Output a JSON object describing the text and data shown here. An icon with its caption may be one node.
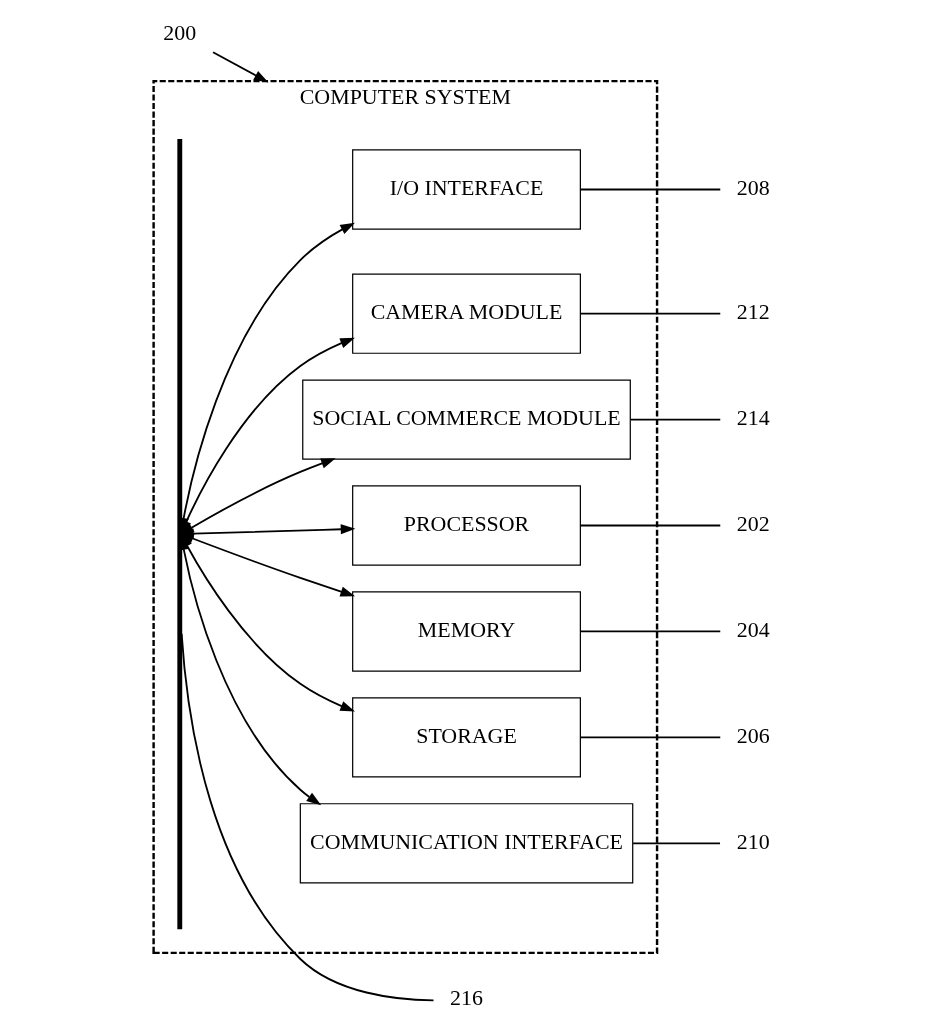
{
  "diagram": {
    "nodes": [
      {
        "text": [
          "COMPUTER SYSTEM"
        ]
      },
      {
        "text": [],
        "shape": "bar",
        "in": 0
      },
      {
        "text": [
          "PROCESSOR"
        ],
        "in": 0
      },
      {
        "text": [
          "MEMORY"
        ],
        "in": 0
      },
      {
        "text": [
          "STORAGE"
        ],
        "in": 0
      },
      {
        "text": [
          "I/O INTERFACE"
        ],
        "in": 0
      },
      {
        "text": [
          "COMMUNICATION INTERFACE"
        ],
        "in": 0
      },
      {
        "text": [
          "CAMERA MODULE"
        ],
        "in": 0
      },
      {
        "text": [
          "SOCIAL COMMERCE MODULE"
        ],
        "in": 0
      },
      {
        "text": [
          "200"
        ]
      },
      {
        "text": [
          "216"
        ]
      },
      {
        "text": [
          "202"
        ]
      },
      {
        "text": [
          "204"
        ]
      },
      {
        "text": [
          "206"
        ]
      },
      {
        "text": [
          "208"
        ]
      },
      {
        "text": [
          "210"
        ]
      },
      {
        "text": [
          "212"
        ]
      },
      {
        "text": [
          "214"
        ]
      }
    ],
    "edges": [
      {
        "from": 1,
        "to": 2,
        "arrow": "both"
      },
      {
        "from": 1,
        "to": 3,
        "arrow": "both"
      },
      {
        "from": 1,
        "to": 4,
        "arrow": "both"
      },
      {
        "from": 1,
        "to": 5,
        "arrow": "both"
      },
      {
        "from": 1,
        "to": 6,
        "arrow": "both"
      },
      {
        "from": 1,
        "to": 7,
        "arrow": "both"
      },
      {
        "from": 1,
        "to": 8,
        "arrow": "both"
      },
      {
        "from": 9,
        "to": 0,
        "arrow": "to"
      },
      {
        "from": 10,
        "to": 1,
        "arrow": "none"
      },
      {
        "from": 11,
        "to": 2,
        "arrow": "none"
      },
      {
        "from": 12,
        "to": 3,
        "arrow": "none"
      },
      {
        "from": 13,
        "to": 4,
        "arrow": "none"
      },
      {
        "from": 14,
        "to": 5,
        "arrow": "none"
      },
      {
        "from": 15,
        "to": 6,
        "arrow": "none"
      },
      {
        "from": 16,
        "to": 7,
        "arrow": "none"
      },
      {
        "from": 17,
        "to": 8,
        "arrow": "none"
      }
    ]
  }
}
